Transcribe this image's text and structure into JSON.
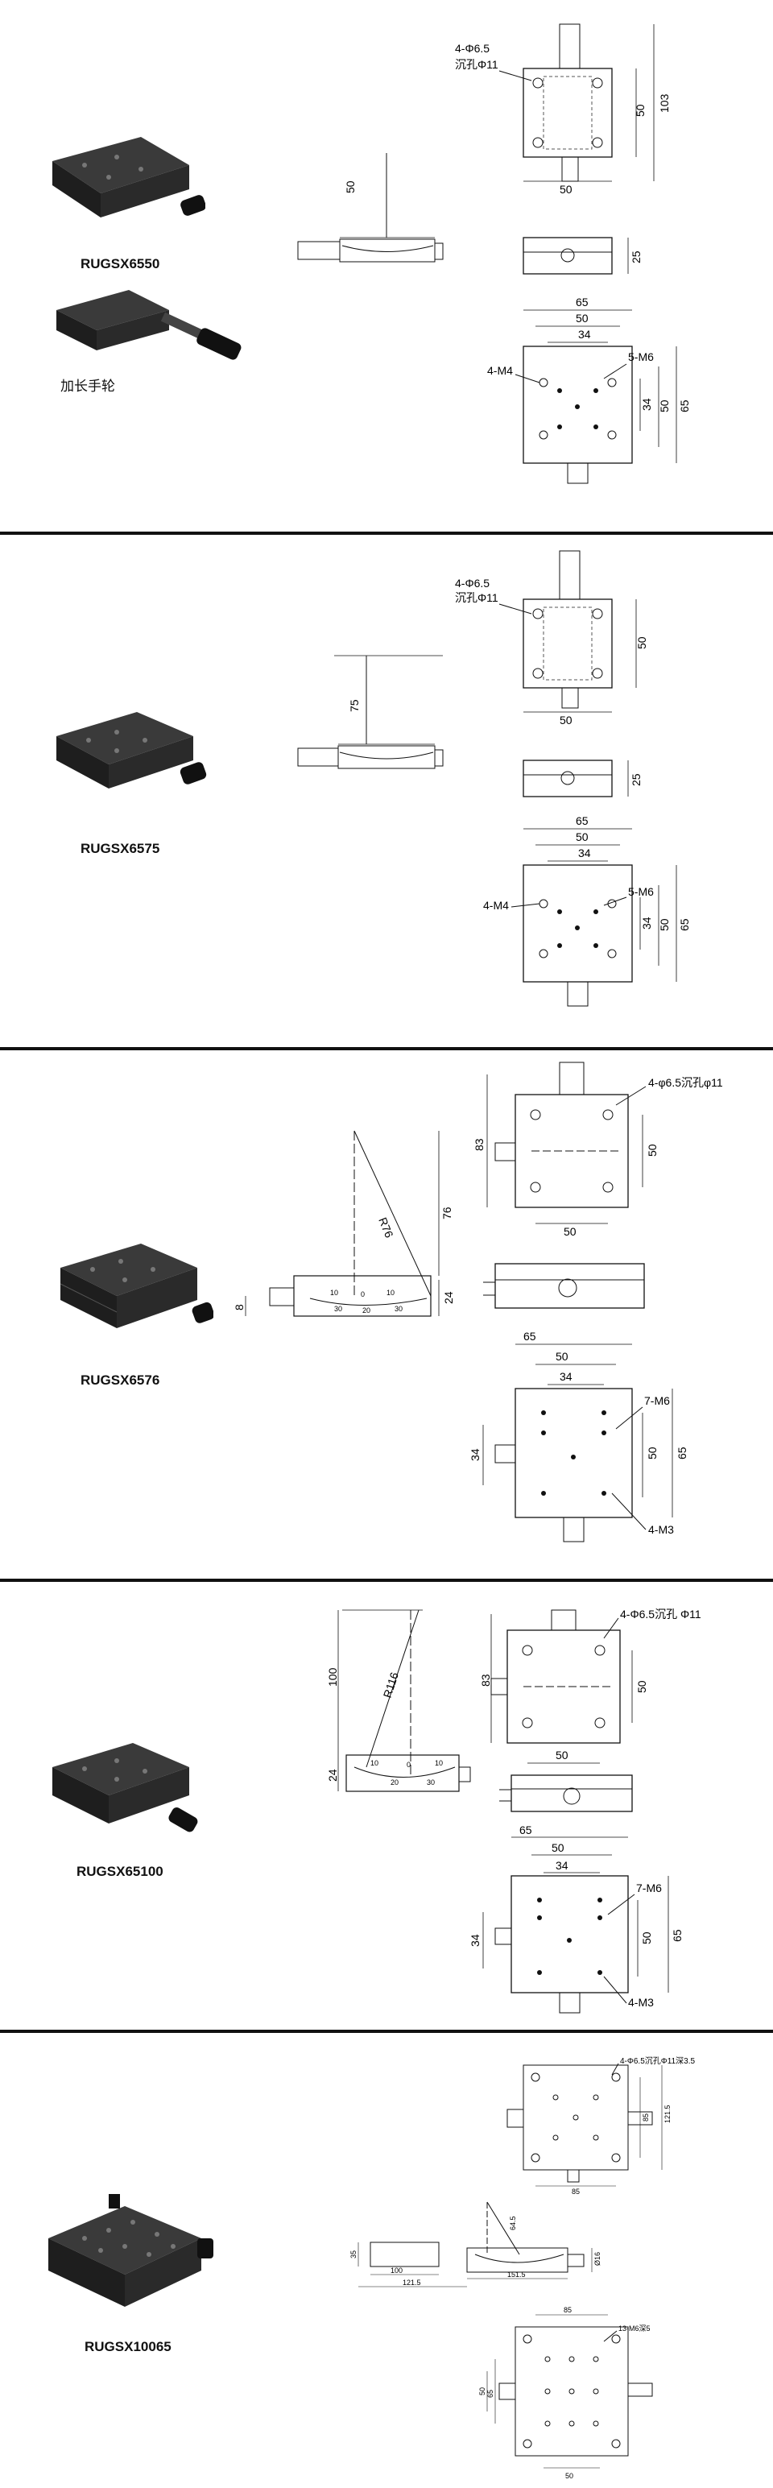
{
  "sections": [
    {
      "model": "RUGSX6550",
      "extra_label": "加长手轮",
      "dims": {
        "holes": "4-Φ6.5",
        "counterbore": "沉孔Φ11",
        "top_w": "50",
        "top_h": "50",
        "top_total": "103",
        "side_h": "50",
        "front_h": "25",
        "base_65": "65",
        "base_50": "50",
        "base_34": "34",
        "m4": "4-M4",
        "m6": "5-M6",
        "r_34": "34",
        "r_50": "50",
        "r_65": "65"
      }
    },
    {
      "model": "RUGSX6575",
      "dims": {
        "holes": "4-Φ6.5",
        "counterbore": "沉孔Φ11",
        "top_w": "50",
        "top_h": "50",
        "side_h": "75",
        "front_h": "25",
        "base_65": "65",
        "base_50": "50",
        "base_34": "34",
        "m4": "4-M4",
        "m6": "5-M6",
        "r_34": "34",
        "r_50": "50",
        "r_65": "65"
      }
    },
    {
      "model": "RUGSX6576",
      "dims": {
        "holes": "4-φ6.5沉孔φ11",
        "top_w": "50",
        "top_h": "50",
        "top_total": "83",
        "side_76": "76",
        "radius": "R76",
        "side_24": "24",
        "side_8": "8",
        "base_65": "65",
        "base_50": "50",
        "base_34": "34",
        "m6": "7-M6",
        "m3": "4-M3",
        "l_34": "34",
        "r_50": "50",
        "r_65": "65",
        "scale": [
          "10",
          "0",
          "10",
          "30",
          "20",
          "30"
        ]
      }
    },
    {
      "model": "RUGSX65100",
      "dims": {
        "holes": "4-Φ6.5沉孔 Φ11",
        "top_w": "50",
        "top_h": "50",
        "top_total": "83",
        "side_100": "100",
        "radius": "R116",
        "side_24": "24",
        "base_65": "65",
        "base_50": "50",
        "base_34": "34",
        "m6": "7-M6",
        "m3": "4-M3",
        "l_34": "34",
        "r_50": "50",
        "r_65": "65",
        "scale": [
          "10",
          "0",
          "10",
          "20",
          "30"
        ]
      }
    },
    {
      "model": "RUGSX10065",
      "dims": {
        "holes": "4-Φ6.5沉孔Φ11深3.5",
        "top_85": "85",
        "top_1215": "121.5",
        "top_85b": "85",
        "side_645": "64.5",
        "side_35": "35",
        "side_16": "Ø16",
        "side_100": "100",
        "side_1215": "121.5",
        "side_1515": "151.5",
        "base_85": "85",
        "m6": "13-M6深5",
        "base_50": "50",
        "l_50": "50",
        "l_65": "65"
      }
    }
  ]
}
